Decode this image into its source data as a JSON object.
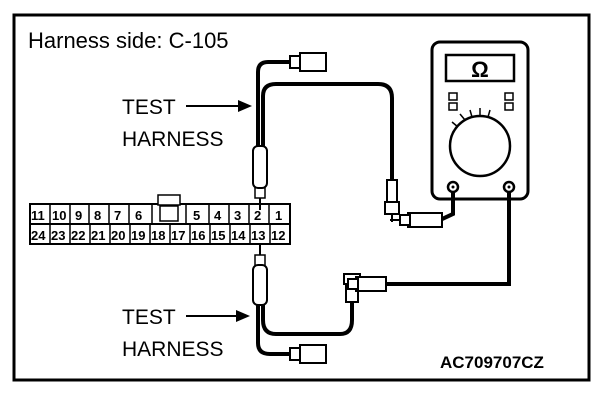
{
  "title": "Harness side: C-105",
  "labels": {
    "test_harness_upper": [
      "TEST",
      "HARNESS"
    ],
    "test_harness_lower": [
      "TEST",
      "HARNESS"
    ],
    "figure_code": "AC709707CZ"
  },
  "meter": {
    "display": "Ω"
  },
  "connector": {
    "top_row": [
      "11",
      "10",
      "9",
      "8",
      "7",
      "6",
      "",
      "5",
      "4",
      "3",
      "2",
      "1"
    ],
    "bottom_row": [
      "24",
      "23",
      "22",
      "21",
      "20",
      "19",
      "18",
      "17",
      "16",
      "15",
      "14",
      "13",
      "12"
    ],
    "highlighted_pins": [
      "2",
      "13"
    ]
  },
  "colors": {
    "line": "#000000",
    "background": "#ffffff"
  }
}
